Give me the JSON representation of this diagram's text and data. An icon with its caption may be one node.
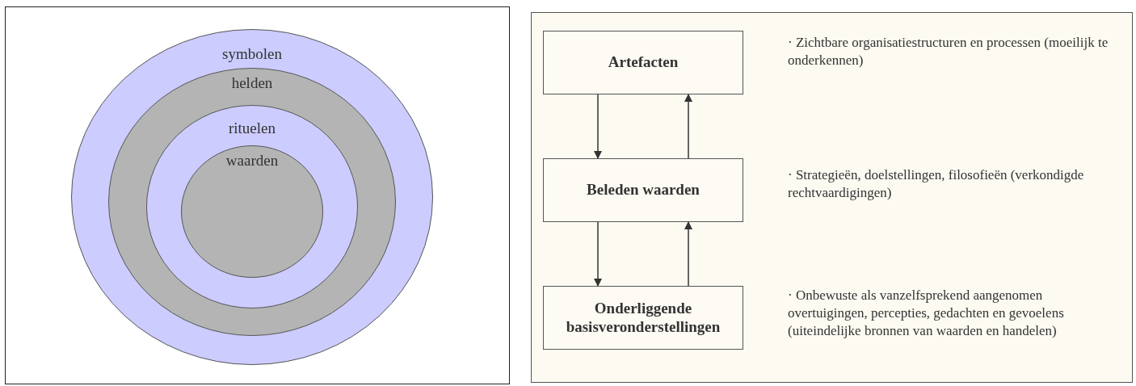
{
  "diagram": {
    "nodes": [
      {
        "text": [
          "symbolen"
        ]
      },
      {
        "text": [
          "helden"
        ],
        "in": 0
      },
      {
        "text": [
          "rituelen"
        ],
        "in": 1
      },
      {
        "text": [
          "waarden"
        ],
        "in": 2
      },
      {
        "text": [
          "Artefacten"
        ],
        "beside": [
          "· Zichtbare organisatiestructuren en processen (moeilijk te onderkennen)"
        ]
      },
      {
        "text": [
          "Beleden waarden"
        ],
        "beside": [
          "· Strategieën, doelstellingen, filosofieën (verkondigde rechtvaardigingen)"
        ]
      },
      {
        "text": [
          "Onderliggende basisveronderstellingen"
        ],
        "beside": [
          "· Onbewuste als vanzelfsprekend aangenomen overtuigingen, percepties, gedachten en gevoelens (uiteindelijke bronnen van waarden en handelen)"
        ]
      }
    ],
    "edges": [
      {
        "from": 4,
        "to": 5,
        "arrow": "to"
      },
      {
        "from": 5,
        "to": 4,
        "arrow": "to"
      },
      {
        "from": 5,
        "to": 6,
        "arrow": "to"
      },
      {
        "from": 6,
        "to": 5,
        "arrow": "to"
      }
    ]
  }
}
